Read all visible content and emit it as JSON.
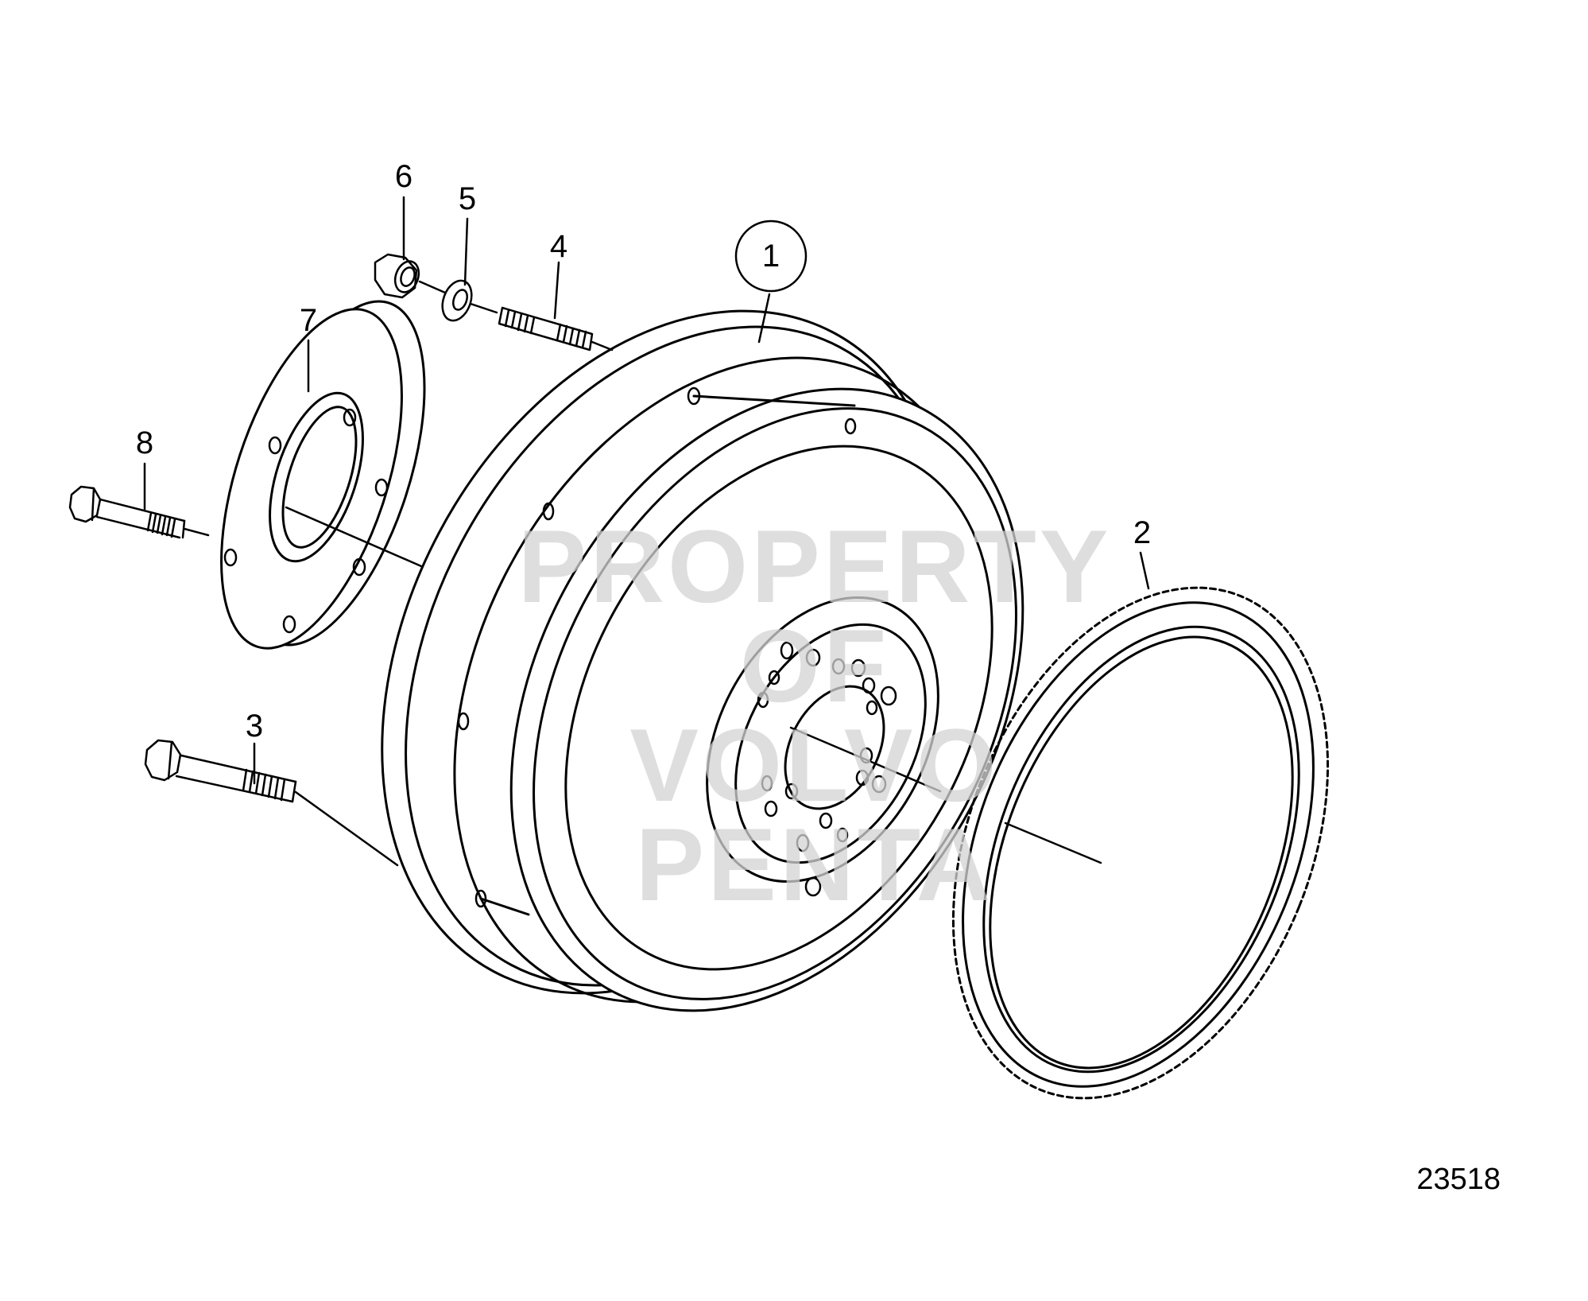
{
  "diagram": {
    "callouts": [
      {
        "id": "1",
        "label": "1"
      },
      {
        "id": "2",
        "label": "2"
      },
      {
        "id": "3",
        "label": "3"
      },
      {
        "id": "4",
        "label": "4"
      },
      {
        "id": "5",
        "label": "5"
      },
      {
        "id": "6",
        "label": "6"
      },
      {
        "id": "7",
        "label": "7"
      },
      {
        "id": "8",
        "label": "8"
      }
    ],
    "figure_number": "23518",
    "watermark": {
      "line1": "PROPERTY OF",
      "line2": "VOLVO PENTA"
    },
    "colors": {
      "line": "#000000",
      "background": "#ffffff",
      "watermark": "#d4d4d4"
    }
  }
}
